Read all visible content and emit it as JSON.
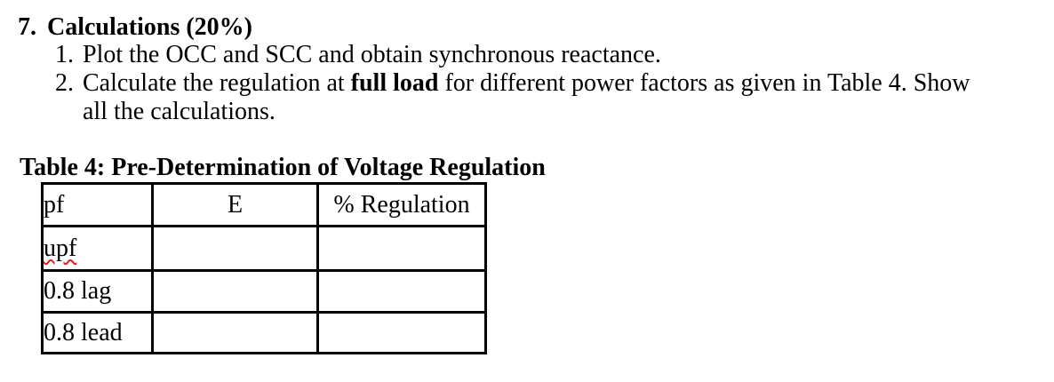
{
  "page": {
    "background": "#ffffff",
    "text_color": "#000000",
    "table_border_color": "#000000",
    "spellcheck_underline_color": "#e02020"
  },
  "section": {
    "number": "7.",
    "title": "Calculations (20%)"
  },
  "list": {
    "items": [
      {
        "number": "1.",
        "text": "Plot the OCC and SCC and obtain synchronous reactance."
      },
      {
        "number": "2.",
        "text_start": "Calculate the regulation at ",
        "text_bold": "full load",
        "text_end": " for different power factors as given in Table 4. Show",
        "text_continuation": "all the calculations."
      }
    ]
  },
  "table": {
    "caption": "Table 4: Pre-Determination of Voltage Regulation",
    "columns": [
      "pf",
      "E",
      "% Regulation"
    ],
    "rows": [
      {
        "pf": "upf",
        "e": "",
        "regulation": "",
        "pf_misspelled": true
      },
      {
        "pf": "0.8 lag",
        "e": "",
        "regulation": "",
        "pf_misspelled": false
      },
      {
        "pf": "0.8 lead",
        "e": "",
        "regulation": "",
        "pf_misspelled": false
      }
    ]
  }
}
